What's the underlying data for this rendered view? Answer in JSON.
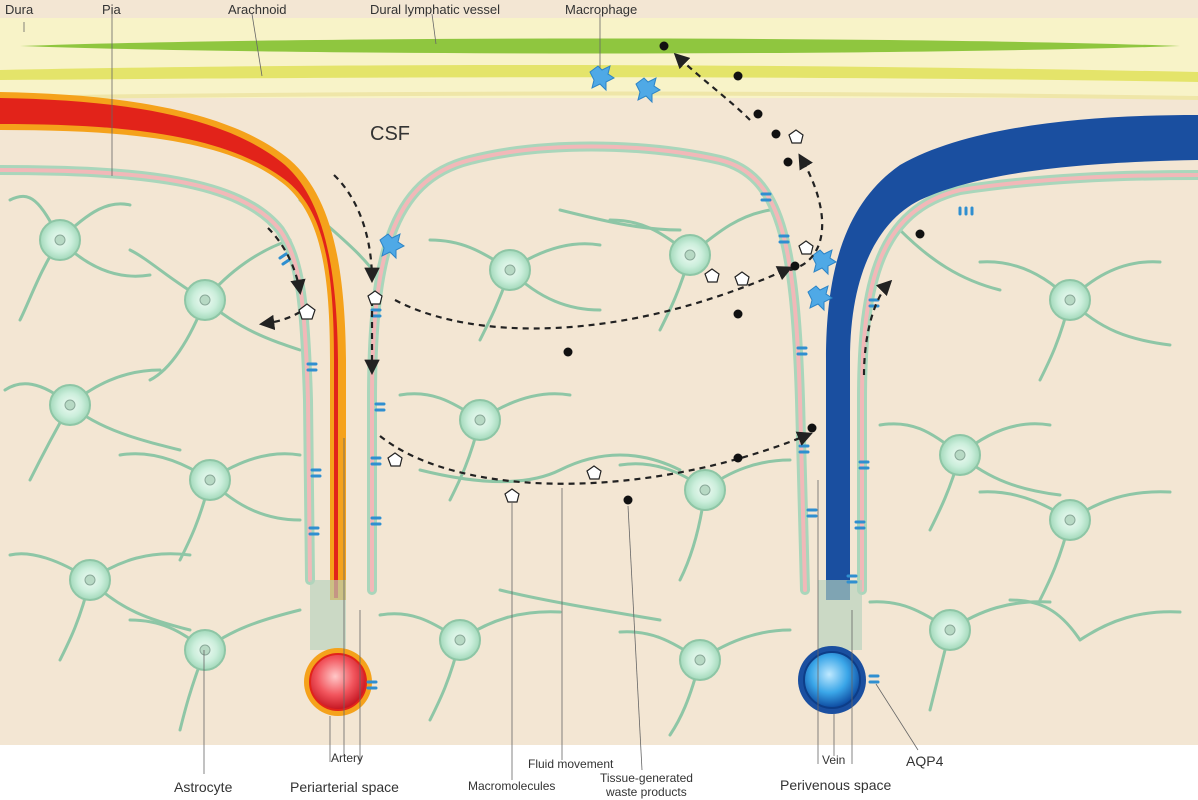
{
  "labels": {
    "dura": "Dura",
    "pia": "Pia",
    "arachnoid": "Arachnoid",
    "dural_lymphatic_vessel": "Dural lymphatic vessel",
    "macrophage": "Macrophage",
    "csf": "CSF",
    "astrocyte": "Astrocyte",
    "artery": "Artery",
    "periarterial_space": "Periarterial space",
    "macromolecules": "Macromolecules",
    "fluid_movement": "Fluid movement",
    "waste_line1": "Tissue-generated",
    "waste_line2": "waste products",
    "vein": "Vein",
    "perivenous_space": "Perivenous space",
    "aqp4": "AQP4"
  },
  "colors": {
    "parenchyma": "#f3e6d3",
    "dura_band": "#f8f3c8",
    "lymphatic": "#8fc63f",
    "arachnoid": "#e4e46a",
    "artery": "#e2231a",
    "artery_outline": "#f5a21b",
    "vein": "#1a4fa0",
    "pia": "#f2b8b8",
    "astrocyte": "#8ec6a6",
    "aqp4": "#2f8fd0",
    "macrophage": "#4fa9e6",
    "arrow": "#222222"
  }
}
